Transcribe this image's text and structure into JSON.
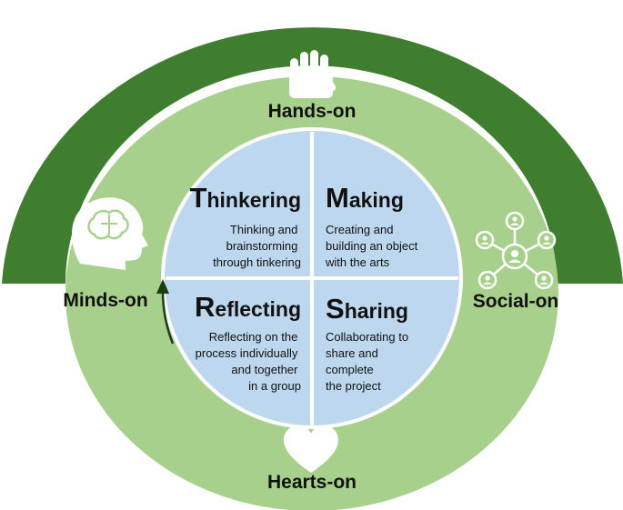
{
  "title_arc": "Through Collaborative Maker Project with the Arts",
  "ring": {
    "top": "Hands-on",
    "left": "Minds-on",
    "right": "Social-on",
    "bottom": "Hearts-on"
  },
  "quadrants": {
    "thinkering": {
      "initial": "T",
      "rest": "hinkering",
      "lines": [
        "Thinking and",
        "brainstorming",
        "through tinkering"
      ]
    },
    "making": {
      "initial": "M",
      "rest": "aking",
      "lines": [
        "Creating and",
        "building an object",
        "with the arts"
      ]
    },
    "reflecting": {
      "initial": "R",
      "rest": "eflecting",
      "lines": [
        "Reflecting on the",
        "process individually",
        "and together",
        "in a group"
      ]
    },
    "sharing": {
      "initial": "S",
      "rest": "haring",
      "lines": [
        "Collaborating to",
        "share and",
        "complete",
        "the project"
      ]
    }
  },
  "icons": {
    "top": "hand-icon",
    "left": "brain-head-icon",
    "right": "social-network-icon",
    "bottom": "heart-icon"
  },
  "colors": {
    "outer_arc": "#3f7e2f",
    "ring": "#a8d08d",
    "center": "#bdd7ee",
    "divider": "#ffffff"
  }
}
